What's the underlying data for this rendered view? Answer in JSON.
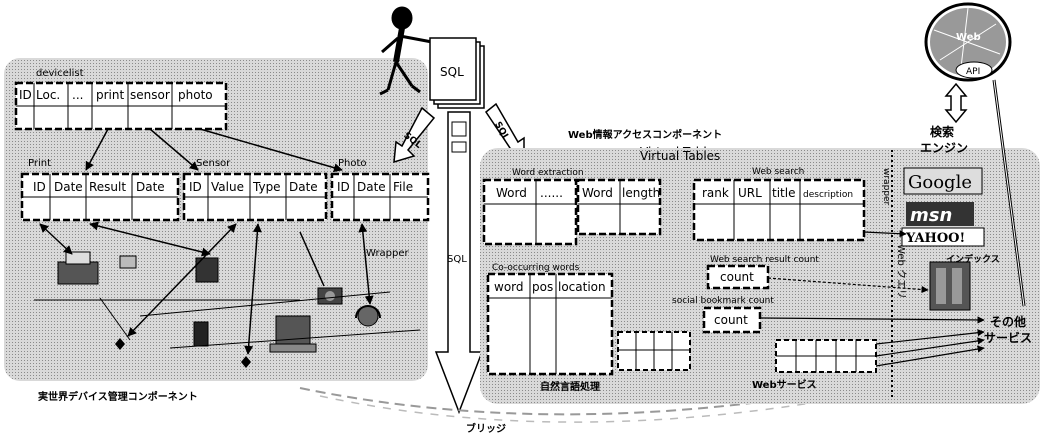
{
  "left_panel": {
    "caption": "実世界デバイス管理コンポーネント",
    "devicelist": {
      "title": "devicelist",
      "columns": [
        "ID",
        "Loc.",
        "...",
        "print",
        "sensor",
        "photo"
      ]
    },
    "print": {
      "title": "Print",
      "columns": [
        "ID",
        "Date",
        "Result",
        "Date"
      ]
    },
    "sensor": {
      "title": "Sensor",
      "columns": [
        "ID",
        "Value",
        "Type",
        "Date"
      ]
    },
    "photo": {
      "title": "Photo",
      "columns": [
        "ID",
        "Date",
        "File"
      ]
    },
    "wrapper_label": "Wrapper"
  },
  "center": {
    "sql_doc": "SQL",
    "arrow_left": "SQL",
    "arrow_right": "SQL",
    "arrow_down": "SQL",
    "bridge": "ブリッジ"
  },
  "right_panel": {
    "title": "Web情報アクセスコンポーネント",
    "subtitle": "Virtual Tables",
    "word_extraction": {
      "title": "Word extraction",
      "columns": [
        "Word",
        "......",
        "Word",
        "length"
      ]
    },
    "web_search": {
      "title": "Web search",
      "columns": [
        "rank",
        "URL",
        "title",
        "description"
      ]
    },
    "cooccurring": {
      "title": "Co-occurring words",
      "columns": [
        "word",
        "pos",
        "location"
      ]
    },
    "result_count": {
      "title": "Web search result count",
      "cell": "count"
    },
    "bookmark_count": {
      "title": "social bookmark count",
      "cell": "count"
    },
    "nlp_label": "自然言語処理",
    "webservice_label": "Webサービス",
    "wrapper_vertical": "wrapper",
    "web_query_vertical": "Web クエリ"
  },
  "external": {
    "web": "Web",
    "api": "API",
    "search_engine": [
      "検索",
      "エンジン"
    ],
    "google": "Google",
    "msn": "msn",
    "yahoo": "YAHOO!",
    "index": "インデックス",
    "other": [
      "その他",
      "サービス"
    ]
  }
}
